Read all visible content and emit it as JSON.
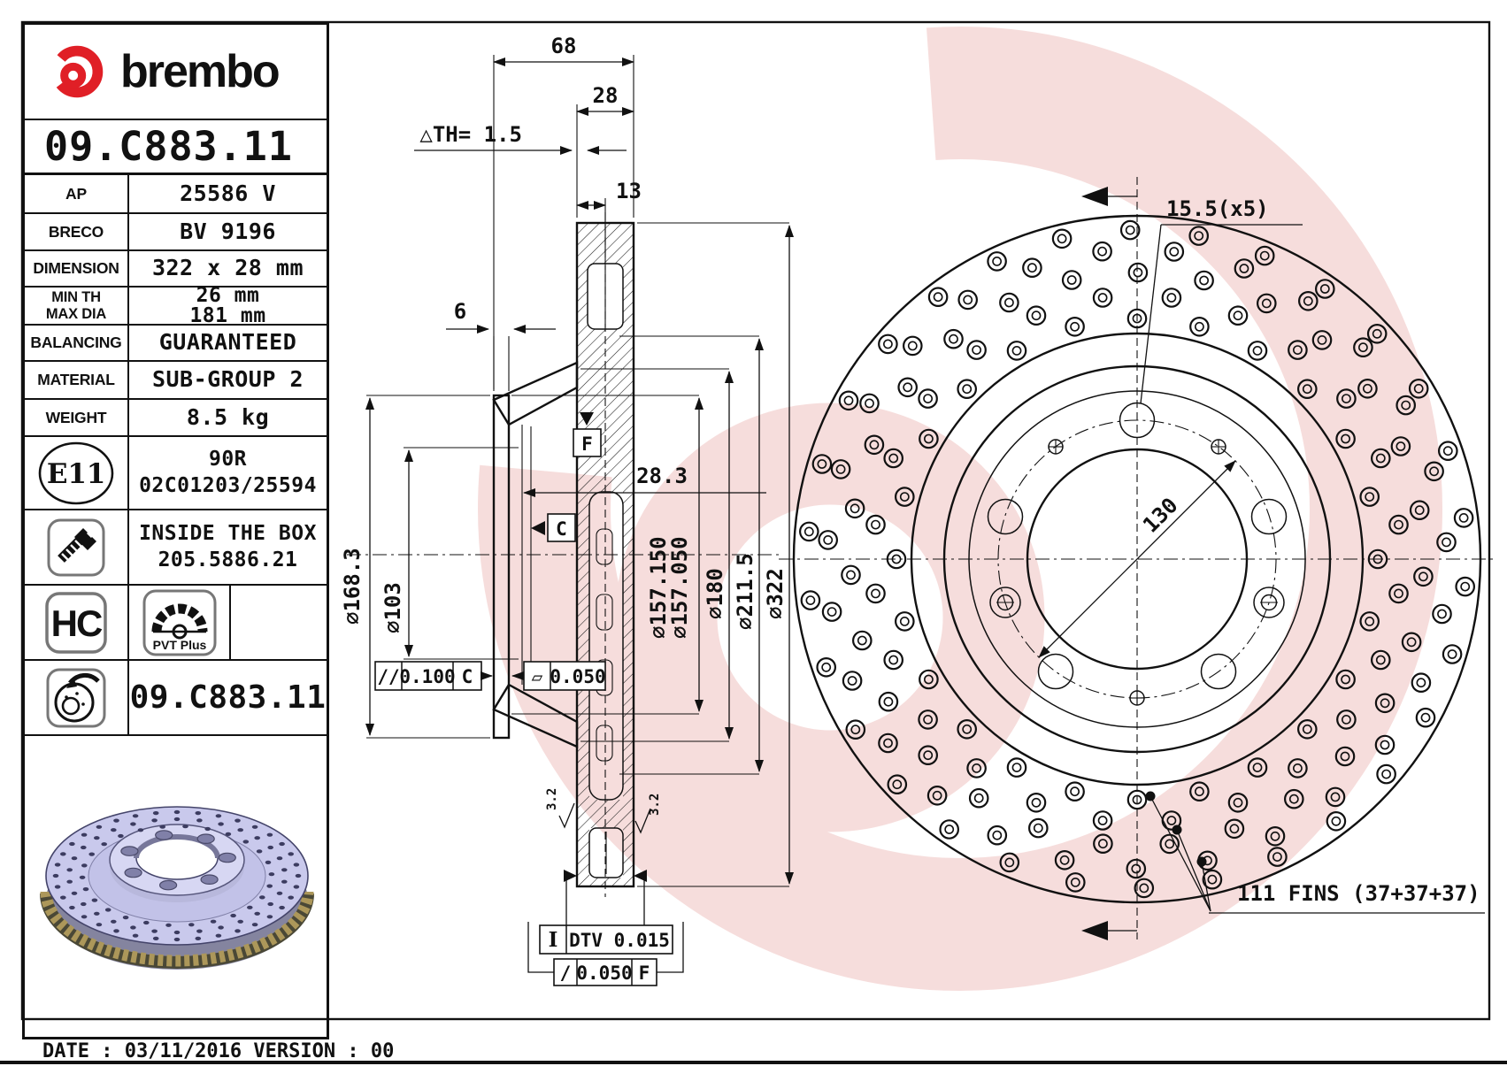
{
  "colors": {
    "brand_red": "#e01f26",
    "watermark_pink": "#f0c3c0",
    "line": "#111111",
    "disc_lavender": "#c9c9ec"
  },
  "header": {
    "brand": "brembo",
    "part_number": "09.C883.11"
  },
  "table": {
    "rows": [
      {
        "label": "AP",
        "value": "25586 V"
      },
      {
        "label": "BRECO",
        "value": "BV 9196"
      },
      {
        "label": "DIMENSION",
        "value": "322 x 28 mm"
      },
      {
        "label": "MIN TH",
        "label2": "MAX DIA",
        "value": "26 mm",
        "value2": "181 mm"
      },
      {
        "label": "BALANCING",
        "value": "GUARANTEED"
      },
      {
        "label": "MATERIAL",
        "value": "SUB-GROUP 2"
      },
      {
        "label": "WEIGHT",
        "value": "8.5 kg"
      }
    ],
    "homologation": {
      "badge": "E11",
      "line1": "90R",
      "line2": "02C01203/25594"
    },
    "inside_box": {
      "line1": "INSIDE THE BOX",
      "line2": "205.5886.21"
    },
    "badges": {
      "hc": "HC",
      "pvt": "PVT Plus"
    },
    "bottom_part_number": "09.C883.11"
  },
  "footer": {
    "date_line": "DATE : 03/11/2016 VERSION : 00"
  },
  "section_view": {
    "width_total": "68",
    "band_width": "28",
    "wear_limit": "△TH= 1.5",
    "hole_offset": "13",
    "flange_thickness": "6",
    "hat_depth": "28.3",
    "dia_flange": "⌀168.3",
    "dia_bore": "⌀103",
    "dia_pilot_upper": "⌀157.150",
    "dia_pilot_lower": "⌀157.050",
    "dia_hub": "⌀180",
    "dia_hat": "⌀211.5",
    "dia_outer": "⌀322",
    "datum_c": "C",
    "datum_f": "F",
    "roughness_left": "3.2",
    "roughness_right": "3.2",
    "parallelism_sym": "//",
    "parallelism_val": "0.100",
    "parallelism_ref": "C",
    "flatness_sym": "▱",
    "flatness_val": "0.050",
    "dtv_sym": "I",
    "dtv_val": "DTV 0.015",
    "runout_sym": "/",
    "runout_val": "0.050",
    "runout_ref": "F"
  },
  "front_view": {
    "hole_note": "15.5(x5)",
    "bolt_circle": "130",
    "fins_note": "111 FINS (37+37+37)"
  }
}
